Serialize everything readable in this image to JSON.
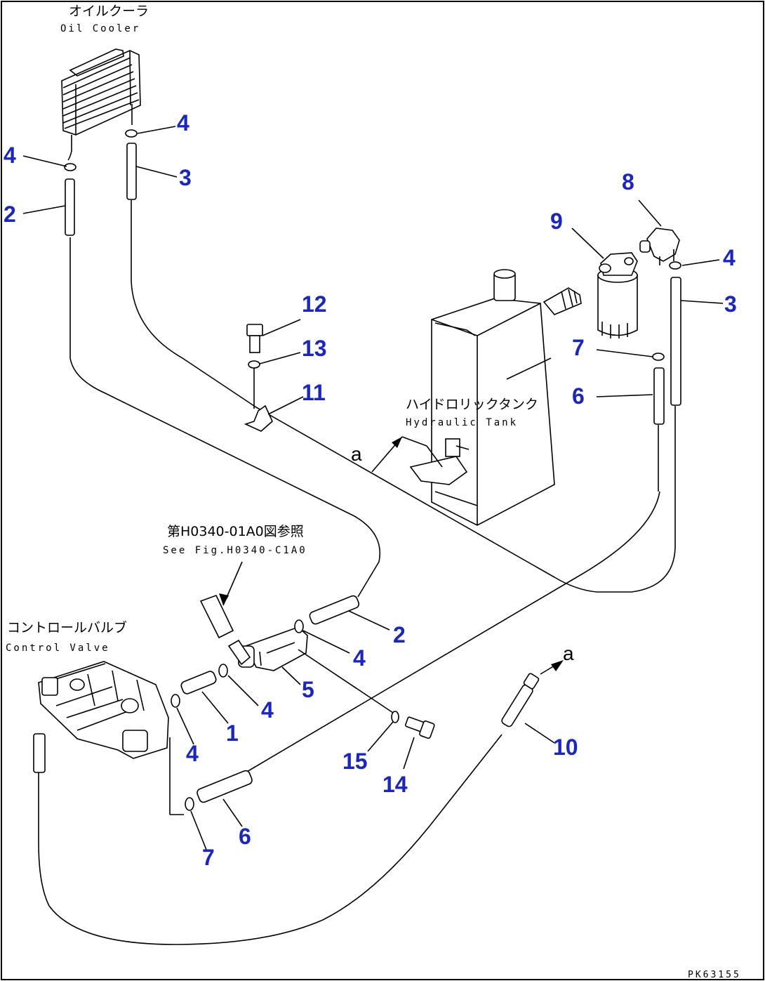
{
  "labels": {
    "oil_cooler_jp": "オイルクーラ",
    "oil_cooler_en": "Oil Cooler",
    "hydraulic_tank_jp": "ハイドロリックタンク",
    "hydraulic_tank_en": "Hydraulic Tank",
    "see_fig_jp": "第H0340-01A0図参照",
    "see_fig_en": "See Fig.H0340-C1A0",
    "control_valve_jp": "コントロールバルブ",
    "control_valve_en": "Control Valve",
    "ref_a_top": "a",
    "ref_a_bottom": "a",
    "drawing_code": "PK63155"
  },
  "callouts": {
    "c4_oc_left": "4",
    "c2_oc": "2",
    "c4_oc_right": "4",
    "c3_oc": "3",
    "c8": "8",
    "c9": "9",
    "c4_filter": "4",
    "c3_filter": "3",
    "c12": "12",
    "c13": "13",
    "c11": "11",
    "c7_filter": "7",
    "c6_filter": "6",
    "c2_valve": "2",
    "c4_valve_a": "4",
    "c5": "5",
    "c4_valve_b": "4",
    "c1": "1",
    "c4_valve_c": "4",
    "c15": "15",
    "c14": "14",
    "c10": "10",
    "c6_valve": "6",
    "c7_valve": "7"
  }
}
